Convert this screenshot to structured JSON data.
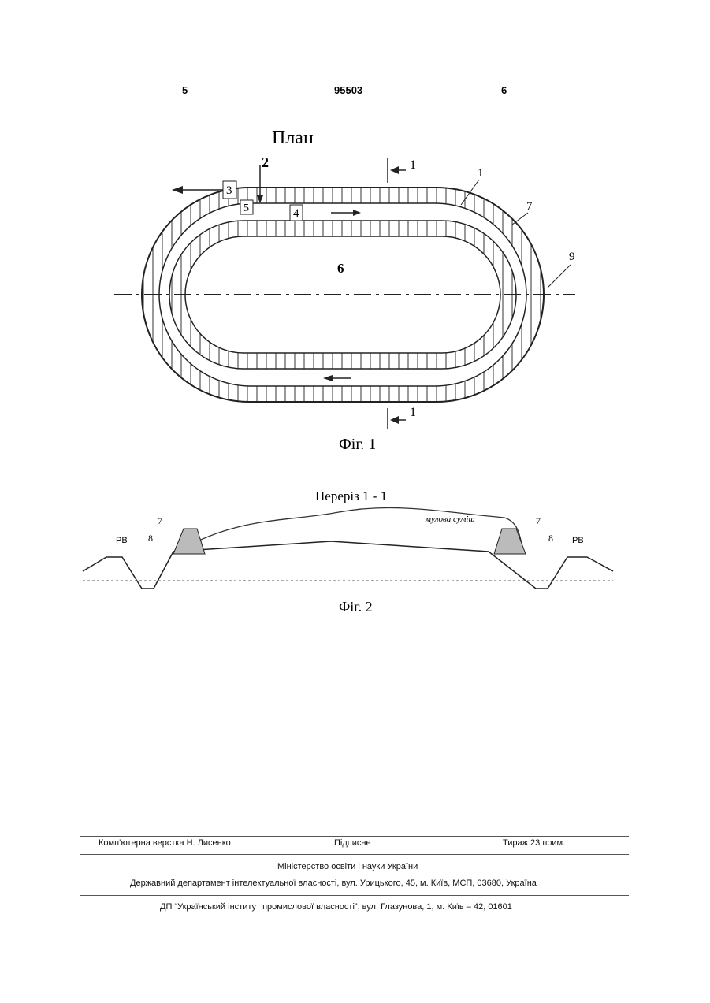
{
  "header": {
    "left_page": "5",
    "patent_number": "95503",
    "right_page": "6"
  },
  "figure1": {
    "title": "План",
    "labels": {
      "l1": "1",
      "l2": "2",
      "l3": "3",
      "l4": "4",
      "l5": "5",
      "l6": "6",
      "l7": "7",
      "l9": "9",
      "section_top": "1",
      "section_bottom": "1"
    },
    "caption": "Фіг. 1"
  },
  "figure2": {
    "title": "Переріз 1 - 1",
    "mud_label": "мулова суміш",
    "left_num7": "7",
    "left_num8": "8",
    "left_rv": "РВ",
    "right_num7": "7",
    "right_num8": "8",
    "right_rv": "РВ",
    "caption": "Фіг. 2"
  },
  "footer": {
    "typesetting": "Комп’ютерна верстка Н. Лисенко",
    "signed": "Підписне",
    "circulation": "Тираж 23 прим.",
    "ministry": "Міністерство освіти і науки України",
    "department": "Державний департамент інтелектуальної власності, вул. Урицького, 45, м. Київ, МСП, 03680, Україна",
    "institute": "ДП “Український інститут промислової власності”, вул. Глазунова, 1, м. Київ – 42, 01601"
  }
}
